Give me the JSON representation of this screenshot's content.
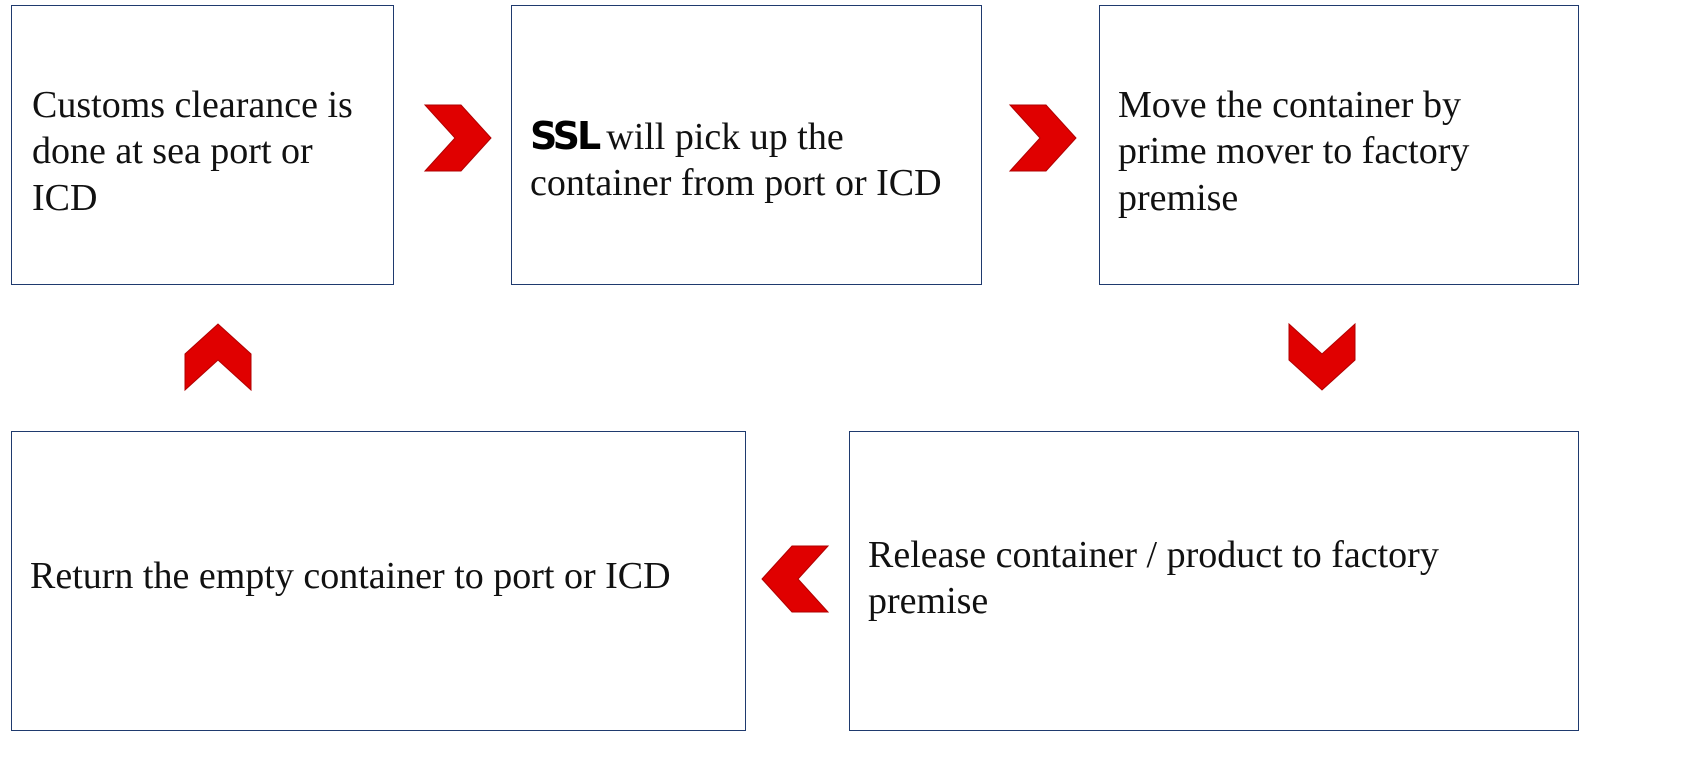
{
  "steps": [
    {
      "text": "Customs clearance is done at sea port or ICD"
    },
    {
      "logo": "SSL",
      "text": "will pick up the container from port or ICD"
    },
    {
      "text": "Move the container by prime mover to factory premise"
    },
    {
      "text": "Release container / product to factory premise"
    },
    {
      "text": "Return the empty container to port or ICD"
    }
  ],
  "colors": {
    "box_border": "#1f3a6e",
    "arrow_fill": "#e00000",
    "arrow_stroke": "#b00000",
    "text": "#111111"
  },
  "icons": [
    "chevron-right-icon",
    "chevron-right-icon",
    "chevron-down-icon",
    "chevron-left-icon",
    "chevron-up-icon"
  ]
}
